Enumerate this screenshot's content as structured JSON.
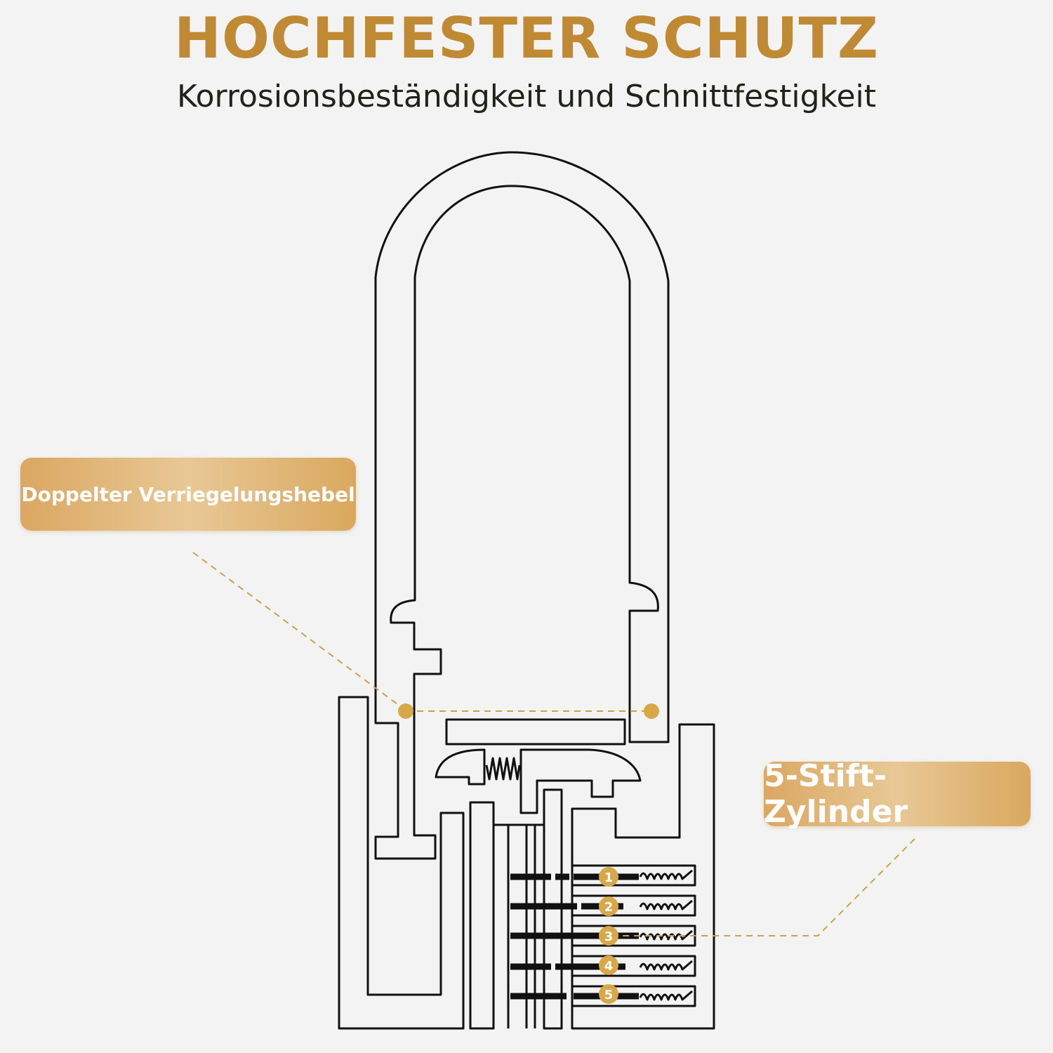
{
  "header": {
    "title": "HOCHFESTER SCHUTZ",
    "subtitle": "Korrosionsbeständigkeit und Schnittfestigkeit"
  },
  "callouts": {
    "locking_lever": "Doppelter Verriegelungshebel",
    "pin_cylinder": "5-Stift-Zylinder"
  },
  "pins": [
    "1",
    "2",
    "3",
    "4",
    "5"
  ],
  "colors": {
    "accent": "#c08a34",
    "callout_light": "#e8c895",
    "marker": "#d8a847",
    "line": "#111111",
    "background": "#f3f3f3"
  }
}
